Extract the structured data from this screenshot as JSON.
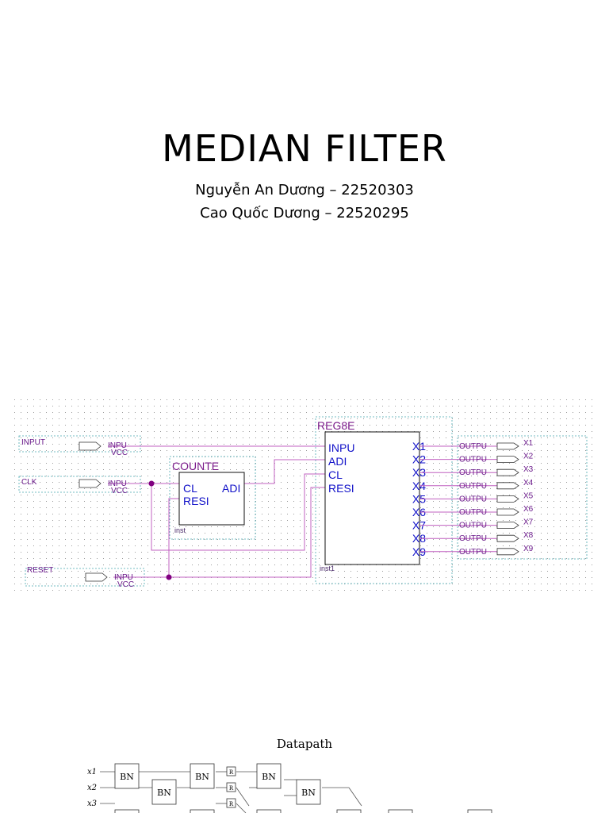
{
  "title": "MEDIAN FILTER",
  "authors": [
    "Nguyễn An Dương – 22520303",
    "Cao Quốc Dương – 22520295"
  ],
  "schematic": {
    "inputs": [
      {
        "name": "INPUT",
        "pin": "INPU",
        "sub": "VCC"
      },
      {
        "name": "CLK",
        "pin": "INPU",
        "sub": "VCC"
      },
      {
        "name": "RESET",
        "pin": "INPU",
        "sub": "VCC"
      }
    ],
    "counter": {
      "title": "COUNTE",
      "ports_in": [
        "CL",
        "RESI"
      ],
      "port_out": "ADI",
      "inst": "inst"
    },
    "register": {
      "title": "REG8E",
      "ports_in": [
        "INPU",
        "ADI",
        "CL",
        "RESI"
      ],
      "ports_out": [
        "X1",
        "X2",
        "X3",
        "X4",
        "X5",
        "X6",
        "X7",
        "X8",
        "X9"
      ],
      "inst": "inst1"
    },
    "output_pin": "OUTPU",
    "outputs": [
      "X1",
      "X2",
      "X3",
      "X4",
      "X5",
      "X6",
      "X7",
      "X8",
      "X9"
    ]
  },
  "datapath": {
    "title": "Datapath",
    "inputs": [
      "x1",
      "x2",
      "x3"
    ],
    "block_label": "BN",
    "reg_label": "R"
  },
  "colors": {
    "wire": "#c060c0",
    "port_text": "#1010c8",
    "label": "#7a1a8a"
  }
}
